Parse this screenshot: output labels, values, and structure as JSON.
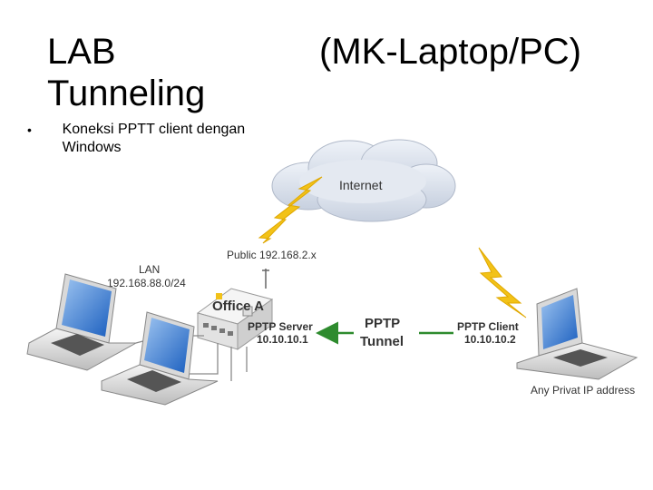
{
  "slide": {
    "title_left": "LAB Tunneling",
    "title_right": "(MK-Laptop/PC)",
    "bullet_text": "Koneksi PPTT  client dengan Windows"
  },
  "diagram": {
    "internet_label": "Internet",
    "public_label": "Public 192.168.2.x",
    "lan_label": "LAN",
    "lan_subnet": "192.168.88.0/24",
    "office_label": "Office A",
    "server_label": "PPTP Server",
    "server_ip": "10.10.10.1",
    "tunnel_label_1": "PPTP",
    "tunnel_label_2": "Tunnel",
    "client_label": "PPTP Client",
    "client_ip": "10.10.10.2",
    "privat_label": "Any Privat IP address"
  },
  "colors": {
    "tunnel_arrow": "#2e8b2e",
    "lightning": "#f2c218",
    "cloud": "#d6dde9"
  },
  "icons": [
    "cloud-icon",
    "lightning-icon",
    "router-icon",
    "laptop-icon"
  ]
}
